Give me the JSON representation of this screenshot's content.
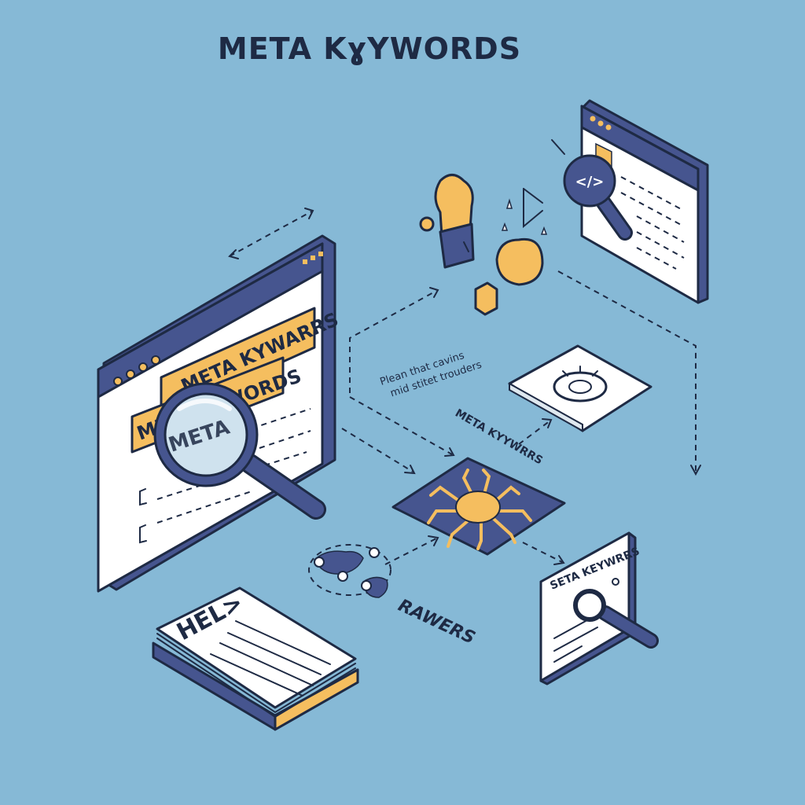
{
  "title": "META KɣYWORDS",
  "main_browser": {
    "banner_text": "META KYWARRS",
    "highlight_text": "META KYWORDS",
    "lens_text": "META"
  },
  "note_text": {
    "line1": "Plean that cavins",
    "line2": "mid stitet trouders"
  },
  "spider_label": "META KYYWRRS",
  "crawlers_label": "RAWERS",
  "book_text": "HEL>",
  "result_page_text": "SETA KEYWRRS",
  "code_icon_text": "</>",
  "colors": {
    "background": "#86b9d6",
    "navy": "#46558f",
    "ink": "#1e2a44",
    "accent": "#f5be5f",
    "paper": "#ffffff"
  }
}
